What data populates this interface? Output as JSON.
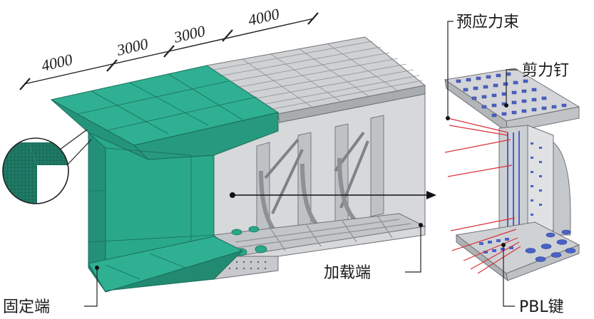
{
  "dimensions": [
    "4000",
    "3000",
    "3000",
    "4000"
  ],
  "labels": {
    "fixed_end": "固定端",
    "loading_end": "加载端",
    "prestress_tendon": "预应力束",
    "shear_stud": "剪力钉",
    "pbl_key": "PBL键"
  },
  "colors": {
    "mesh_green": "#2aa88a",
    "mesh_green_dark": "#1f8a70",
    "steel_grey": "#c9cbcd",
    "steel_dark": "#8d9094",
    "tendon_red": "#d8303a",
    "stud_blue": "#4a62c8"
  }
}
